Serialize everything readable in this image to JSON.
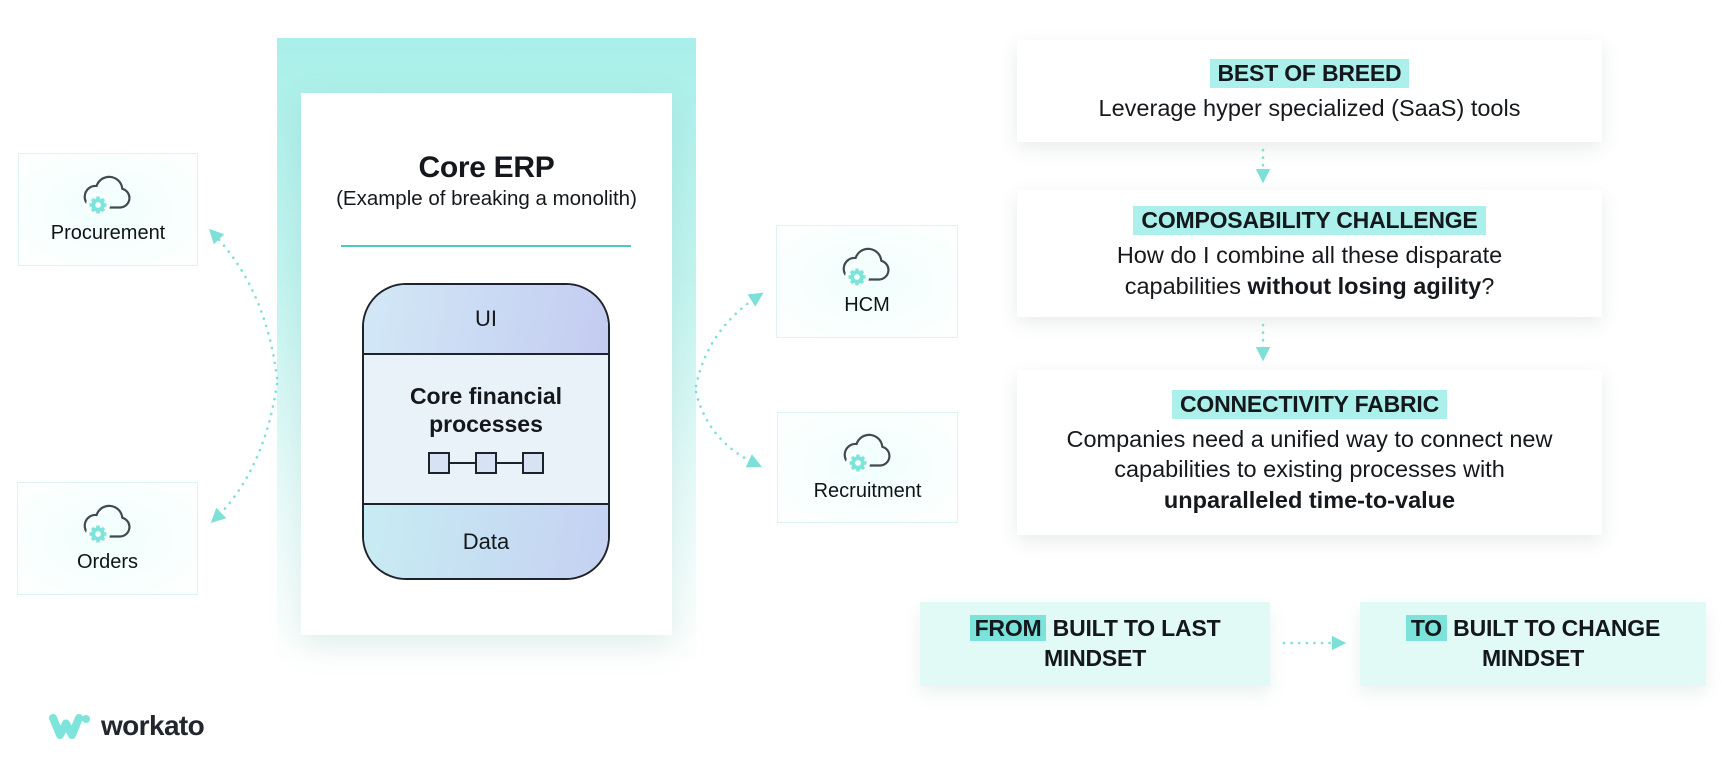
{
  "colors": {
    "accent_teal": "#7de4db",
    "title_highlight": "#abf0ea",
    "tag_highlight": "#7ce3da",
    "mindset_box_bg": "#e1faf6",
    "monolith_panel_teal": "#a9efe9",
    "stack_border": "#1d232b",
    "divider_teal": "#4cc8c0"
  },
  "erp_card": {
    "title": "Core ERP",
    "subtitle": "(Example of breaking a monolith)",
    "layers": {
      "top": "UI",
      "middle": "Core financial processes",
      "bottom": "Data"
    }
  },
  "left_nodes": [
    {
      "label": "Procurement"
    },
    {
      "label": "Orders"
    }
  ],
  "right_nodes": [
    {
      "label": "HCM"
    },
    {
      "label": "Recruitment"
    }
  ],
  "flow_cards": [
    {
      "title": "BEST OF BREED",
      "segments": [
        {
          "text": "Leverage hyper specialized (SaaS) tools",
          "bold": false
        }
      ]
    },
    {
      "title": "COMPOSABILITY CHALLENGE",
      "segments": [
        {
          "text": "How do I combine all these disparate capabilities ",
          "bold": false
        },
        {
          "text": "without losing agility",
          "bold": true
        },
        {
          "text": "?",
          "bold": false
        }
      ]
    },
    {
      "title": "CONNECTIVITY FABRIC",
      "segments": [
        {
          "text": "Companies need a unified way to connect new capabilities to existing processes with ",
          "bold": false
        },
        {
          "text": "unparalleled time-to-value",
          "bold": true
        }
      ]
    }
  ],
  "mindset": {
    "from": {
      "tag": "FROM",
      "rest": " BUILT TO LAST MINDSET"
    },
    "to": {
      "tag": "TO",
      "rest": " BUILT TO CHANGE MINDSET"
    }
  },
  "icons": {
    "cloud_gear": "cloud-gear-icon",
    "process_chain": "process-chain-icon",
    "workato_mark": "workato-logo-mark"
  },
  "brand": {
    "name": "workato"
  }
}
